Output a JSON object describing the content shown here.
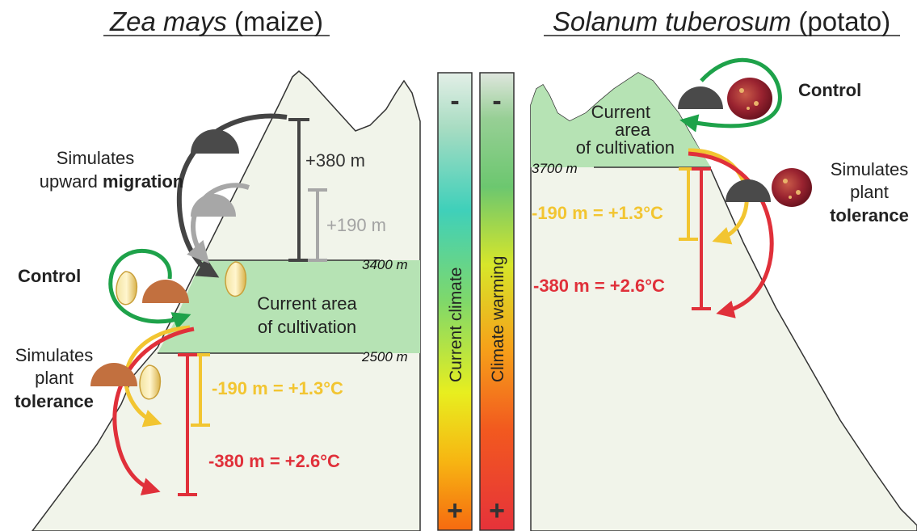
{
  "left_panel": {
    "title_species": "Zea mays",
    "title_common": " (maize)",
    "alt_upper": "3400 m",
    "alt_lower": "2500 m",
    "zone_label_1": "Current area",
    "zone_label_2": "of cultivation",
    "migration_label_1": "Simulates",
    "migration_label_2a": "upward ",
    "migration_label_2b": "migration",
    "plus380": "+380 m",
    "plus190": "+190 m",
    "control": "Control",
    "tolerance_1": "Simulates",
    "tolerance_2": "plant",
    "tolerance_3": "tolerance",
    "minus190": "-190 m = +1.3°C",
    "minus380": "-380 m = +2.6°C"
  },
  "right_panel": {
    "title_species": "Solanum tuberosum",
    "title_common": " (potato)",
    "alt": "3700 m",
    "zone_label_1": "Current",
    "zone_label_2": "area",
    "zone_label_3": "of cultivation",
    "control": "Control",
    "tolerance_1": "Simulates",
    "tolerance_2": "plant",
    "tolerance_3": "tolerance",
    "minus190": "-190 m = +1.3°C",
    "minus380": "-380 m = +2.6°C"
  },
  "bars": {
    "current_climate": "Current climate",
    "climate_warming": "Climate warming",
    "minus_sign": "-",
    "plus_sign": "+"
  },
  "colors": {
    "mountain": "#f1f4ea",
    "cultivation": "#b6e3b4",
    "green_arrow": "#1ea24a",
    "dark_arrow": "#444444",
    "grey_arrow": "#a7a7a7",
    "yellow": "#f2c531",
    "red": "#e0303a",
    "seed_brown": "#c2703f",
    "dark_seed": "#4a4a4a"
  }
}
